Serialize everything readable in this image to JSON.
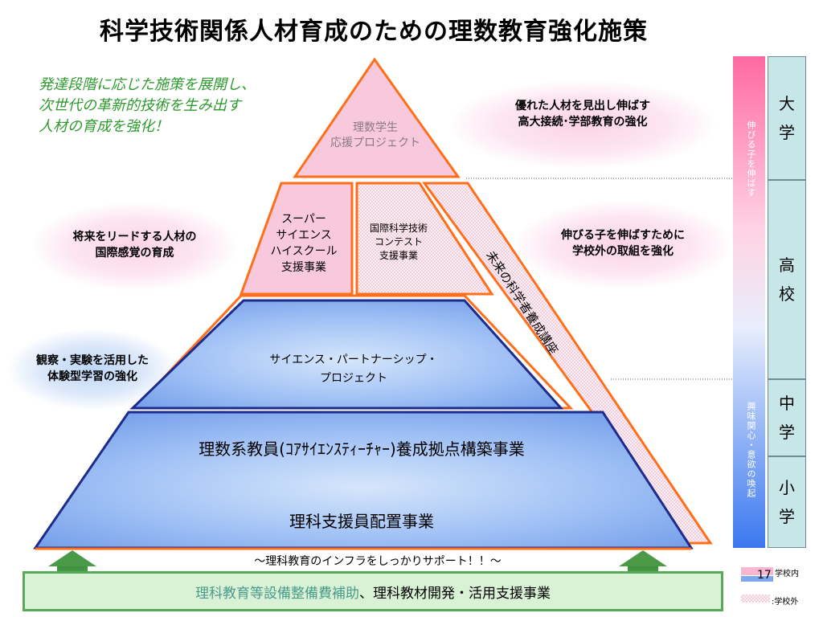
{
  "title": "科学技術関係人材育成のための理数教育強化施策",
  "slogan": {
    "lines": [
      "発達段階に応じた施策を展開し、",
      "次世代の革新的技術を生み出す",
      "人材の育成を強化！"
    ]
  },
  "bubbles": {
    "top_right": [
      "優れた人材を見出し伸ばす",
      "高大接続･学部教育の強化"
    ],
    "mid_left": [
      "将来をリードする人材の",
      "国際感覚の育成"
    ],
    "mid_right": [
      "伸びる子を伸ばすために",
      "学校外の取組を強化"
    ],
    "low_left": [
      "観察・実験を活用した",
      "体験型学習の強化"
    ]
  },
  "pyramid": {
    "apex": [
      "理数学生",
      "応援プロジェクト"
    ],
    "ssh": [
      "スーパー",
      "サイエンス",
      "ハイスクール",
      "支援事業"
    ],
    "contest": [
      "国際科学技術",
      "コンテスト",
      "支援事業"
    ],
    "future_course": "未来の科学者養成講座",
    "partnership": [
      "サイエンス・パートナーシップ・",
      "プロジェクト"
    ],
    "core_teacher": "理数系教員(ｺｱｻｲｴﾝｽﾃｨｰﾁｬｰ)養成拠点構築事業",
    "support_staff": "理科支援員配置事業"
  },
  "infra_caption": "～理科教育のインフラをしっかりサポート！！～",
  "base_box": {
    "part1": "理科教育等設備整備費補助",
    "part2": "、理科教材開発・活用支援事業"
  },
  "side_bar": {
    "top_label": "伸びる子を伸ばす",
    "bottom_label": "興味関心・意欲の喚起"
  },
  "stages": [
    {
      "chars": [
        "大",
        "学"
      ]
    },
    {
      "chars": [
        "高",
        "校"
      ]
    },
    {
      "chars": [
        "中",
        "学"
      ]
    },
    {
      "chars": [
        "小",
        "学"
      ]
    }
  ],
  "legend": {
    "in_school": "学校内",
    "out_school": ":学校外",
    "page_number": "17"
  },
  "colors": {
    "apex_fill": "#f8c8dc",
    "outline_orange": "#ff6f1a",
    "pyramid_blue": "#8fb6f4",
    "navy_edge": "#1c2b8c",
    "base_green_fill": "#d9f2d5",
    "base_green_border": "#5aa85a",
    "stage_fill": "#c6e6e8"
  }
}
